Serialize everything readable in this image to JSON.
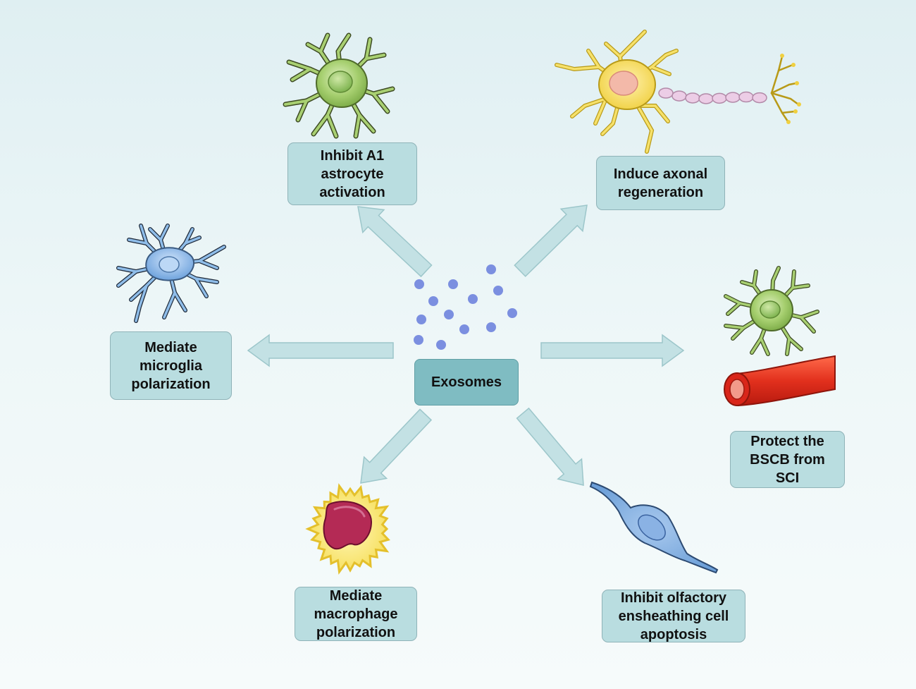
{
  "diagram": {
    "center": {
      "label": "Exosomes",
      "fill": "#7fbcc2"
    },
    "effects": [
      {
        "id": "astrocyte",
        "label": "Inhibit A1\nastrocyte\nactivation",
        "cell_icon": "astrocyte-icon"
      },
      {
        "id": "axonal",
        "label": "Induce axonal\nregeneration",
        "cell_icon": "neuron-icon"
      },
      {
        "id": "microglia",
        "label": "Mediate\nmicroglia\npolarization",
        "cell_icon": "microglia-icon"
      },
      {
        "id": "bscb",
        "label": "Protect the\nBSCB from\nSCI",
        "cell_icon": "blood-vessel-icon"
      },
      {
        "id": "macrophage",
        "label": "Mediate\nmacrophage\npolarization",
        "cell_icon": "macrophage-icon"
      },
      {
        "id": "olfactory",
        "label": "Inhibit olfactory\nensheathing cell\napoptosis",
        "cell_icon": "olfactory-ensheathing-cell-icon"
      }
    ],
    "colors": {
      "label_fill": "#b9dde0",
      "arrow_fill": "#c3e1e4",
      "arrow_stroke": "#9cc6ca",
      "vesicle": "#7b8fe0",
      "astrocyte": "#9cc767",
      "microglia": "#79aee6",
      "neuron": "#f2df6b",
      "macrophage_nucleus": "#b42a55",
      "vessel": "#e23a26"
    }
  }
}
